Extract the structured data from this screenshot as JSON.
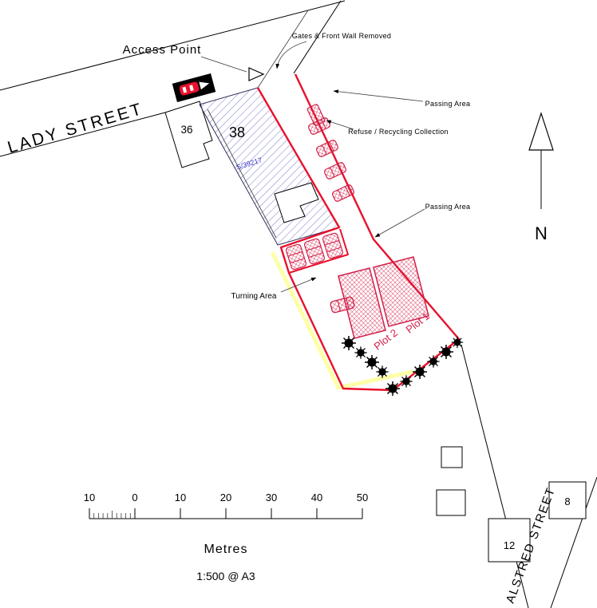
{
  "annotations": {
    "access_point": "Access Point",
    "gates_removed": "Gates & Front Wall Removed",
    "passing_area_top": "Passing Area",
    "refuse_collection": "Refuse / Recycling Collection",
    "passing_area_mid": "Passing Area",
    "turning_area": "Turning Area"
  },
  "streets": {
    "lady_street": "LADY STREET",
    "alstred_street": "ALSTRED STREET"
  },
  "buildings": {
    "no_36": "36",
    "no_38": "38",
    "no_12": "12",
    "no_8": "8"
  },
  "plots": {
    "plot_1": "Plot 1",
    "plot_2": "Plot 2"
  },
  "site_reference": "S/39217",
  "north_arrow": {
    "label": "N"
  },
  "scale_bar": {
    "tick_labels": [
      "10",
      "0",
      "10",
      "20",
      "30",
      "40",
      "50"
    ],
    "units_label": "Metres",
    "scale_label": "1:500 @ A3"
  },
  "colors": {
    "boundary_red": "#e8112d",
    "plot_red": "#d12048",
    "hatch_blue": "#7b7bd0",
    "ref_blue": "#3b3bc8",
    "highlight_yellow": "#ffff9e"
  }
}
